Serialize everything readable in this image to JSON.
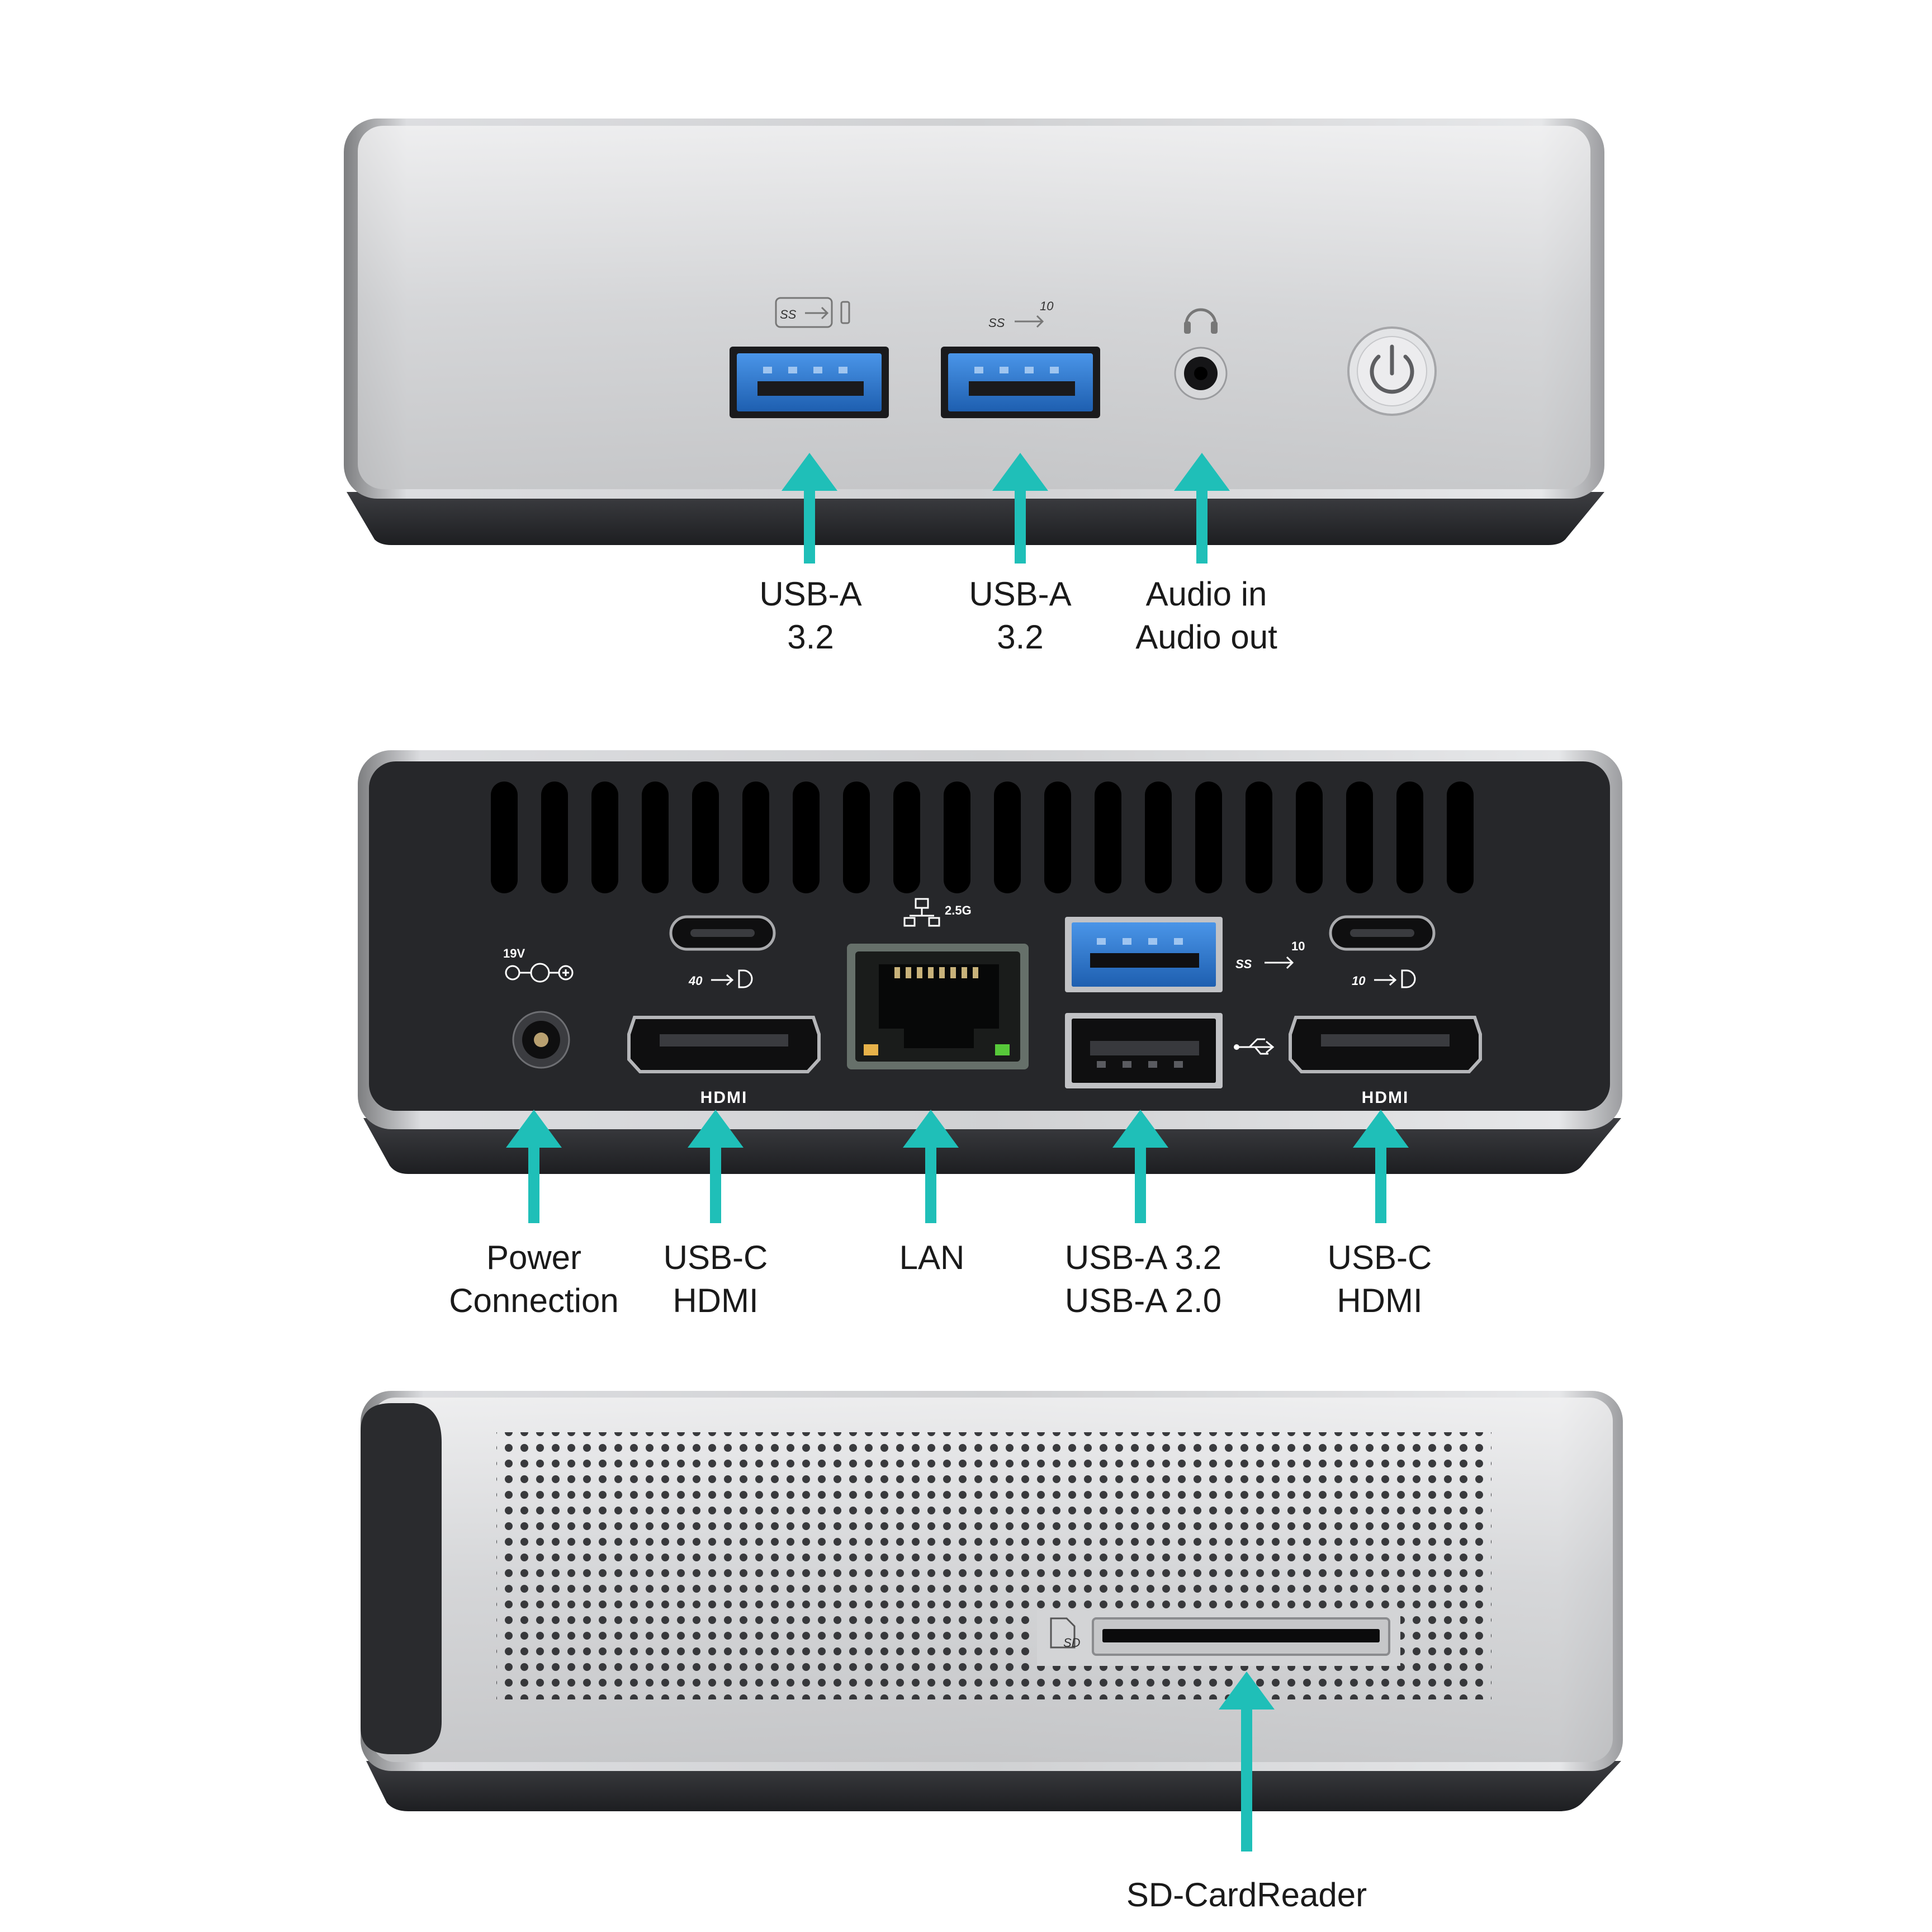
{
  "colors": {
    "accent_arrow": "#1fbfb8",
    "usb3_blue": "#2f7fd6",
    "silver": "#c9cacc",
    "body_dark": "#2b2c30"
  },
  "front_panel": {
    "port_icons": [
      "ss-10-usb-icon",
      "ss-10-usb-icon",
      "headset-icon",
      "power-icon"
    ],
    "labels": [
      {
        "line1": "USB-A",
        "line2": "3.2"
      },
      {
        "line1": "USB-A",
        "line2": "3.2"
      },
      {
        "line1": "Audio in",
        "line2": "Audio out"
      }
    ]
  },
  "rear_panel": {
    "markings": {
      "power_voltage": "19V",
      "lan_speed": "2.5G",
      "hdmi_left": "HDMI",
      "hdmi_right": "HDMI",
      "usbc_left_speed": "40",
      "usbc_right_speed": "10",
      "usb_a_speed": "10"
    },
    "labels": [
      {
        "line1": "Power",
        "line2": "Connection"
      },
      {
        "line1": "USB-C",
        "line2": "HDMI"
      },
      {
        "line1": "LAN",
        "line2": ""
      },
      {
        "line1": "USB-A 3.2",
        "line2": "USB-A 2.0"
      },
      {
        "line1": "USB-C",
        "line2": "HDMI"
      }
    ]
  },
  "side_panel": {
    "markings": {
      "sd_icon_text": "SD"
    },
    "labels": [
      {
        "line1": "SD-CardReader",
        "line2": ""
      }
    ]
  }
}
